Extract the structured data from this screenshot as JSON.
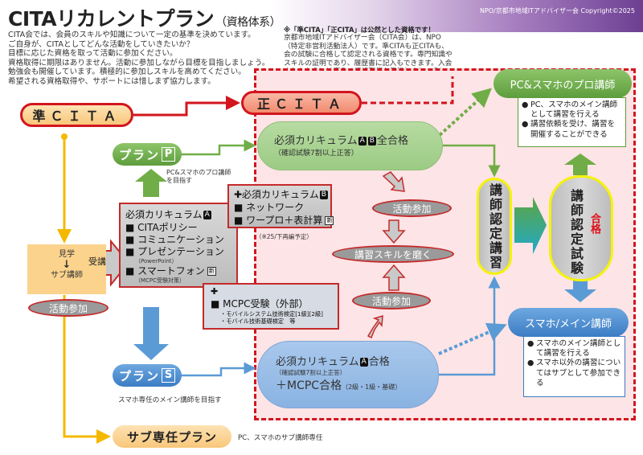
{
  "header": {
    "title": "CITAリカレントプラン",
    "title_sub": "（資格体系）",
    "copyright": "NPO/京都市地域ITアドバイザー会 Copyright©2025"
  },
  "intro": {
    "lines": [
      "CITA会では、会員のスキルや知識について一定の基準を決めています。",
      "ご自身が、CITAとしてどんな活動をしていきたいか？",
      "目標に応じた資格を取って活動に参加ください。",
      "資格取得に期限はありません。活動に参加しながら目標を目指しましょう。",
      "勉強会も開催しています。積極的に参加しスキルを高めてください。",
      "希望される資格取得や、サポートには惜しまず協力します。"
    ]
  },
  "note": {
    "title": "※「準CITA」「正CITA」は公然とした資格です！",
    "body": "京都市地域ITアドバイザー会（CITA会）は、NPO（特定非営利活動法人）です。準CITAも正CITAも、会の試験に合格して認定される資格です。専門知識やスキルの証明であり、履歴書に記入もできます。入会されたからには高みの資格取得を目指しましょう！"
  },
  "nodes": {
    "jun_cita": "準ＣＩＴＡ",
    "sei_cita": "正ＣＩＴＡ",
    "plan_p": {
      "label": "プラン",
      "letter": "P",
      "desc_1": "PC&スマホのプロ講師",
      "desc_2": "を目指す"
    },
    "plan_s": {
      "label": "プラン",
      "letter": "S",
      "desc": "スマホ専任のメイン講師を目指す"
    },
    "sub_plan": {
      "label": "サブ専任プラン",
      "desc": "PC、スマホのサブ講師専任"
    },
    "kengaku": {
      "line1": "見学",
      "arrow": "↓",
      "line2": "サブ講師"
    },
    "juko": "受講",
    "activity": "活動参加",
    "skill": "講習スキルを磨く"
  },
  "curriculum_a": {
    "heading": "必須カリキュラム",
    "badge": "A",
    "items": [
      {
        "label": "■ CITAポリシー"
      },
      {
        "label": "■ コミュニケーション"
      },
      {
        "label": "■ プレゼンテーション",
        "sub": "（PowerPoint）"
      },
      {
        "label": "■ スマートフォン",
        "tag": "新",
        "sub": "（MCPC受験対策）"
      }
    ]
  },
  "curriculum_b": {
    "heading": "✚必須カリキュラム",
    "badge": "B",
    "items": [
      "■ ネットワーク",
      "■ ワープロ＋表計算"
    ],
    "tag": "新",
    "note": "（※25/下再編予定）"
  },
  "mcpc": {
    "plus": "✚",
    "title": "■ MCPC受験（外部）",
    "items": [
      "・モバイルシステム技術検定[1級][2級]",
      "・モバイル技術基礎検定　等"
    ]
  },
  "green_pass": {
    "line1_pre": "必須カリキュラム",
    "badges": [
      "A",
      "B"
    ],
    "line1_post": "全合格",
    "line2": "（確認試験7割以上正答）"
  },
  "blue_pass": {
    "line1_pre": "必須カリキュラム",
    "badge": "A",
    "line1_post": "合格",
    "line2": "（確認試験7割以上正答）",
    "line3": "＋MCPC合格",
    "line3_small": "（2級・1級・基礎）"
  },
  "certification": {
    "course": "講師認定講習",
    "exam": "講師認定試験",
    "pass": "合格"
  },
  "outcomes": {
    "pro": {
      "title": "PC&スマホのプロ講師",
      "bullets": [
        "PC、スマホのメイン講師として講習を行える",
        "講習依頼を受け、講習を開催することができる"
      ]
    },
    "main": {
      "title": "スマホ/メイン講師",
      "bullets": [
        "スマホのメイン講師として講習を行える",
        "スマホ以外の講習についてはサブとして参加できる"
      ]
    }
  },
  "colors": {
    "red": "#d3151e",
    "green": "#5d9d3c",
    "blue": "#3b7cc4",
    "orange": "#f9c77a",
    "yellow": "#f5f20a",
    "pink_zone": "#fde4e6",
    "purple": "#6d3f93"
  }
}
